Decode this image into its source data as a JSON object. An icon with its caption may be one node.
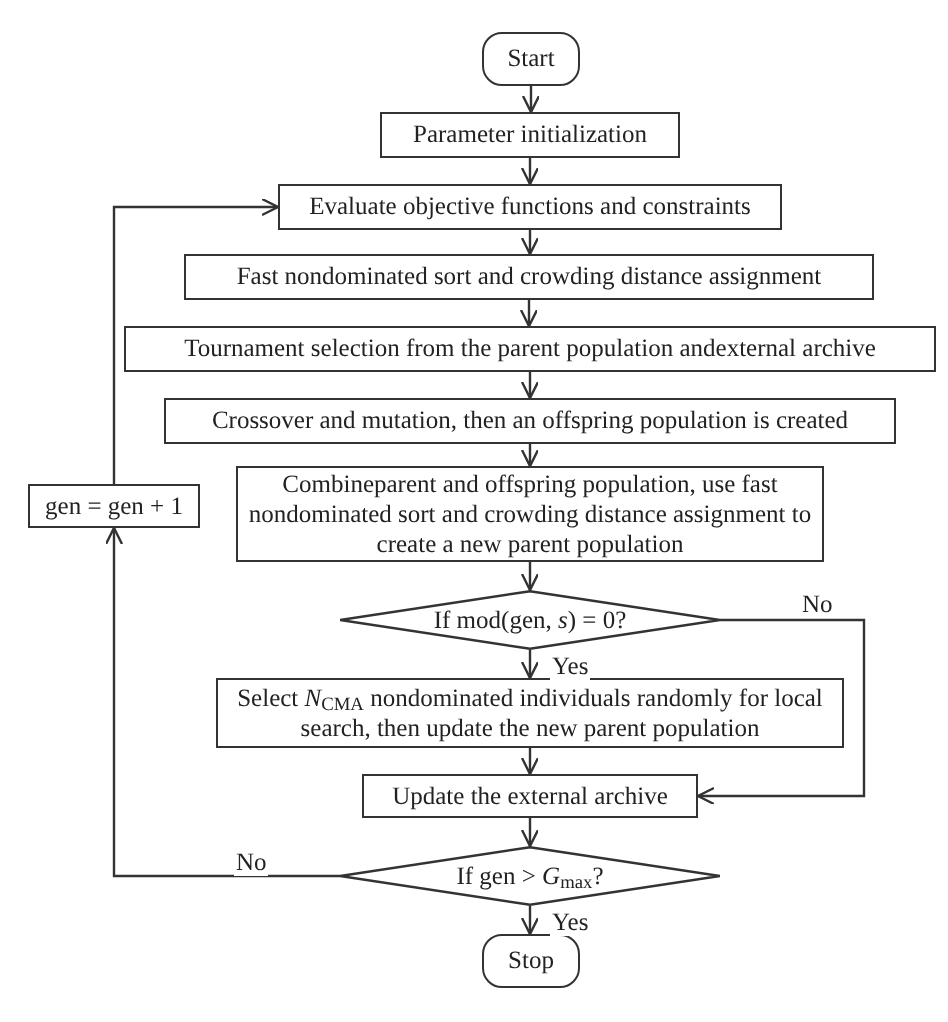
{
  "diagram": {
    "nodes": [
      {
        "text": [
          "Start"
        ]
      },
      {
        "text": [
          "Parameter initialization"
        ]
      },
      {
        "text": [
          "Evaluate objective functions and constraints"
        ]
      },
      {
        "text": [
          "Fast nondominated sort and crowding distance assignment"
        ]
      },
      {
        "text": [
          "Tournament selection from the parent population andexternal archive"
        ]
      },
      {
        "text": [
          "Crossover and mutation, then an offspring population is created"
        ]
      },
      {
        "text": [
          "Combineparent and offspring population, use fast nondominated sort and crowding distance assignment to create a new parent population"
        ]
      },
      {
        "text": [
          "If mod(gen, *s*) = 0?"
        ]
      },
      {
        "text": [
          "Select *N*$_{CMA}$ nondominated individuals randomly for local search, then update the new parent population"
        ]
      },
      {
        "text": [
          "Update the external archive"
        ]
      },
      {
        "text": [
          "If gen > *G*$_{max}$?"
        ]
      },
      {
        "text": [
          "Stop"
        ]
      },
      {
        "text": [
          "gen = gen + 1"
        ]
      }
    ],
    "edges": [
      {
        "from": 0,
        "to": 1,
        "arrow": "to"
      },
      {
        "from": 1,
        "to": 2,
        "arrow": "to"
      },
      {
        "from": 2,
        "to": 3,
        "arrow": "to"
      },
      {
        "from": 3,
        "to": 4,
        "arrow": "to"
      },
      {
        "from": 4,
        "to": 5,
        "arrow": "to"
      },
      {
        "from": 5,
        "to": 6,
        "arrow": "to"
      },
      {
        "from": 6,
        "to": 7,
        "arrow": "to"
      },
      {
        "from": 7,
        "to": 8,
        "arrow": "to",
        "label": "Yes"
      },
      {
        "from": 7,
        "to": 9,
        "arrow": "to",
        "label": "No"
      },
      {
        "from": 8,
        "to": 9,
        "arrow": "to"
      },
      {
        "from": 9,
        "to": 10,
        "arrow": "to"
      },
      {
        "from": 10,
        "to": 11,
        "arrow": "to",
        "label": "Yes"
      },
      {
        "from": 10,
        "to": 12,
        "arrow": "to",
        "label": "No"
      },
      {
        "from": 12,
        "to": 2,
        "arrow": "to"
      }
    ]
  }
}
